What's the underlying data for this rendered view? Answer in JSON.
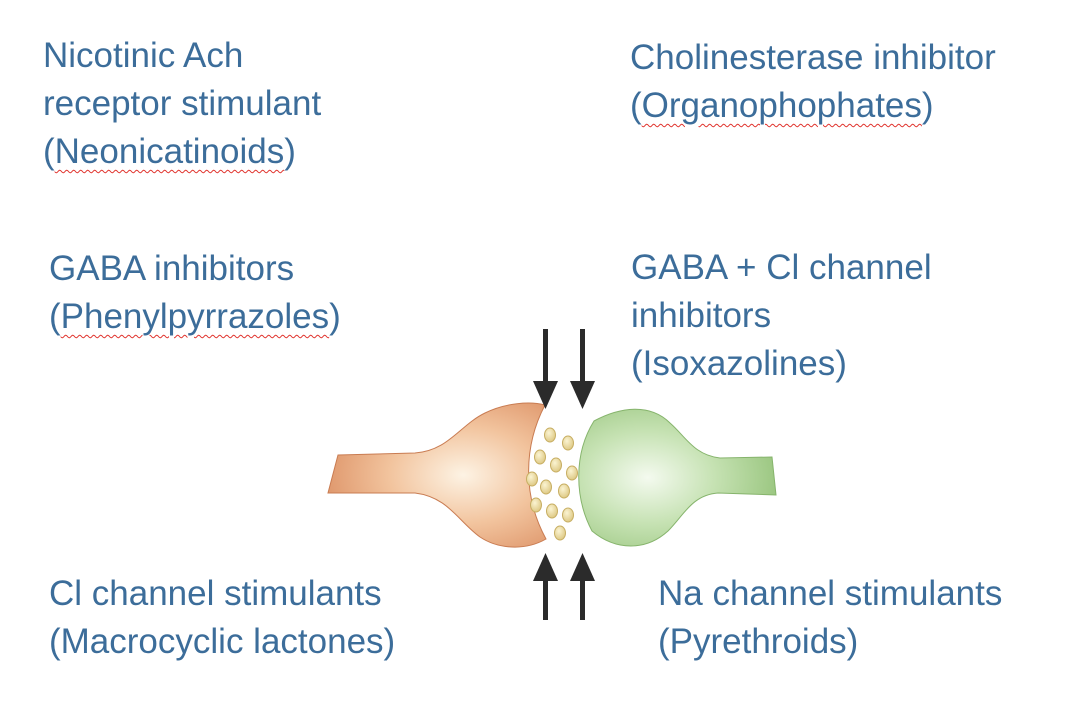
{
  "labels": {
    "nicotinic": {
      "line1": "Nicotinic Ach",
      "line2": "receptor stimulant",
      "line3_open": "(",
      "line3_word": "Neonicatinoids",
      "line3_close": ")"
    },
    "cholinesterase": {
      "line1": "Cholinesterase inhibitor",
      "line2_open": "(",
      "line2_word": "Organophophates",
      "line2_close": ")"
    },
    "gaba": {
      "line1": "GABA inhibitors",
      "line2_open": "(",
      "line2_word": "Phenylpyrrazoles",
      "line2_close": ")"
    },
    "gaba_cl": {
      "line1": "GABA + Cl channel",
      "line2": "inhibitors",
      "line3": "(Isoxazolines)"
    },
    "cl_channel": {
      "line1": "Cl channel stimulants",
      "line2": "(Macrocyclic lactones)"
    },
    "na_channel": {
      "line1": "Na channel stimulants",
      "line2": "(Pyrethroids)"
    }
  },
  "colors": {
    "label_text": "#3c6d9a",
    "spellcheck_underline": "#e0322c",
    "presynaptic_terminal": "#e2956a",
    "postsynaptic_terminal": "#a8d08f",
    "vesicle": "#efe1a2",
    "arrow": "#2b2b2b"
  },
  "icons": {
    "top_arrows": "arrow-down-icon",
    "bottom_arrows": "arrow-up-icon"
  }
}
